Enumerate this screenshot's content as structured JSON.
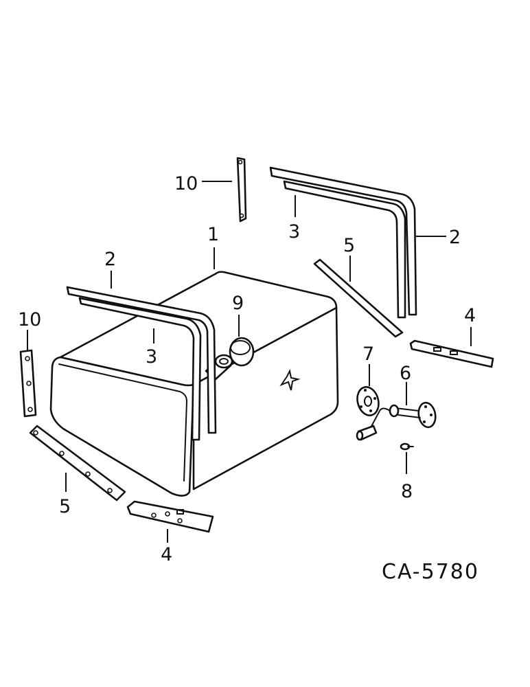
{
  "drawing_number": "CA-5780",
  "callouts": {
    "c1": "1",
    "c2_left": "2",
    "c2_right": "2",
    "c3_left": "3",
    "c3_right": "3",
    "c4_right": "4",
    "c4_bottom": "4",
    "c5_left": "5",
    "c5_right": "5",
    "c6": "6",
    "c7": "7",
    "c8": "8",
    "c9": "9",
    "c10_top": "10",
    "c10_left": "10"
  },
  "colors": {
    "line": "#111111",
    "background": "#ffffff"
  }
}
